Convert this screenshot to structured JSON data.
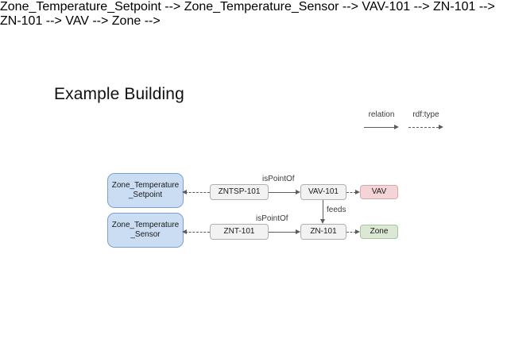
{
  "slide": {
    "title": "Example Building",
    "background_color": "#ffffff"
  },
  "legend": {
    "items": [
      {
        "label": "relation",
        "style": "solid-arrow",
        "color": "#5c5c5c"
      },
      {
        "label": "rdf:type",
        "style": "dashed-arrow",
        "color": "#5c5c5c"
      }
    ]
  },
  "diagram": {
    "type": "graph",
    "class_nodes": [
      {
        "id": "class-setpoint",
        "label": "Zone_Temperature_Setpoint",
        "fill": "#cbddf2",
        "stroke": "#7ba2cc"
      },
      {
        "id": "class-sensor",
        "label": "Zone_Temperature_Sensor",
        "fill": "#cbddf2",
        "stroke": "#7ba2cc"
      }
    ],
    "instance_nodes": [
      {
        "id": "inst-zntsp",
        "label": "ZNTSP-101",
        "fill": "#f2f2f2",
        "stroke": "#b0b0b0"
      },
      {
        "id": "inst-znt",
        "label": "ZNT-101",
        "fill": "#f2f2f2",
        "stroke": "#b0b0b0"
      },
      {
        "id": "inst-vav101",
        "label": "VAV-101",
        "fill": "#f2f2f2",
        "stroke": "#b0b0b0"
      },
      {
        "id": "inst-zn101",
        "label": "ZN-101",
        "fill": "#f2f2f2",
        "stroke": "#b0b0b0"
      }
    ],
    "type_nodes": [
      {
        "id": "type-vav",
        "label": "VAV",
        "fill": "#f4d4d7",
        "stroke": "#d9a8ad"
      },
      {
        "id": "type-zone",
        "label": "Zone",
        "fill": "#dbe8d4",
        "stroke": "#a9c49b"
      }
    ],
    "edges": [
      {
        "id": "e-setpoint",
        "from": "inst-zntsp",
        "to": "class-setpoint",
        "label": "",
        "style": "dashed"
      },
      {
        "id": "e-sensor",
        "from": "inst-znt",
        "to": "class-sensor",
        "label": "",
        "style": "dashed"
      },
      {
        "id": "e-ispointof1",
        "from": "inst-zntsp",
        "to": "inst-vav101",
        "label": "isPointOf",
        "style": "solid"
      },
      {
        "id": "e-ispointof2",
        "from": "inst-znt",
        "to": "inst-zn101",
        "label": "isPointOf",
        "style": "solid"
      },
      {
        "id": "e-feeds",
        "from": "inst-vav101",
        "to": "inst-zn101",
        "label": "feeds",
        "style": "solid"
      },
      {
        "id": "e-vav-type",
        "from": "inst-vav101",
        "to": "type-vav",
        "label": "",
        "style": "dashed"
      },
      {
        "id": "e-zone-type",
        "from": "inst-zn101",
        "to": "type-zone",
        "label": "",
        "style": "dashed"
      }
    ]
  }
}
